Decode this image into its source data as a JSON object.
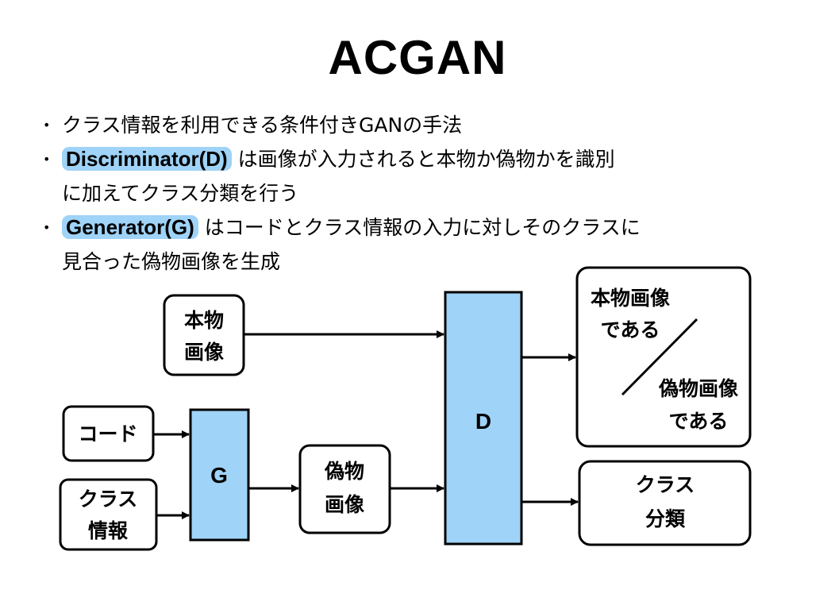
{
  "title": "ACGAN",
  "bullets": [
    {
      "text": "クラス情報を利用できる条件付きGANの手法"
    },
    {
      "highlight": "Discriminator(D)",
      "line1": " は画像が入力されると本物か偽物かを識別",
      "line2": "に加えてクラス分類を行う"
    },
    {
      "highlight": "Generator(G)",
      "line1": " はコードとクラス情報の入力に対しそのクラスに",
      "line2": "見合った偽物画像を生成"
    }
  ],
  "diagram": {
    "real_image": [
      "本物",
      "画像"
    ],
    "code": "コード",
    "class_info": [
      "クラス",
      "情報"
    ],
    "generator": "G",
    "fake_image": [
      "偽物",
      "画像"
    ],
    "discriminator": "D",
    "output_real_fake": [
      "本物画像",
      "である",
      "偽物画像",
      "である"
    ],
    "output_class": [
      "クラス",
      "分類"
    ]
  },
  "colors": {
    "block_fill": "#9fd3f7",
    "highlight": "#9fd3f7",
    "stroke": "#000000"
  }
}
